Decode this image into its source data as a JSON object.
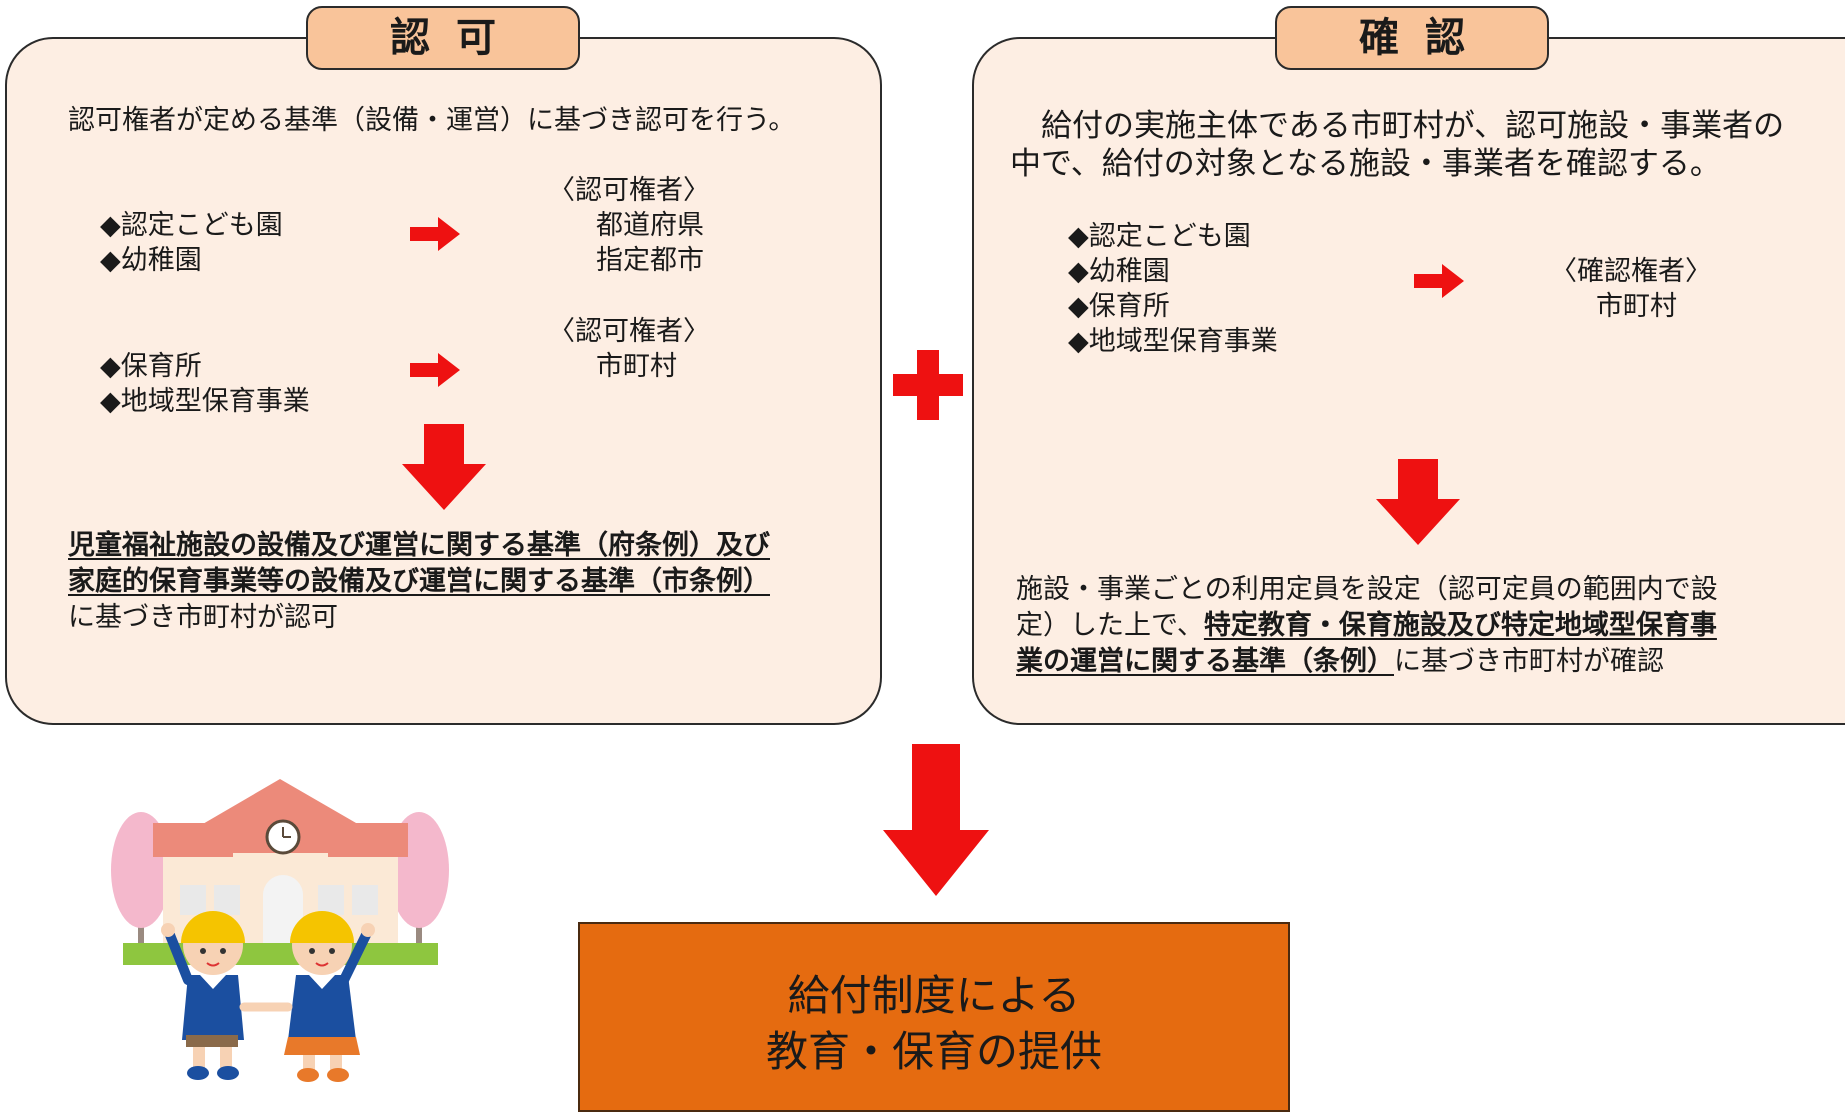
{
  "ninka": {
    "tab": "認可",
    "intro": "認可権者が定める基準（設備・運営）に基づき認可を行う。",
    "group1": {
      "items": [
        "◆認定こども園",
        "◆幼稚園"
      ],
      "authority_heading": "〈認可権者〉",
      "authorities": [
        "都道府県",
        "指定都市"
      ]
    },
    "group2": {
      "items": [
        "◆保育所",
        "◆地域型保育事業"
      ],
      "authority_heading": "〈認可権者〉",
      "authorities": [
        "市町村"
      ]
    },
    "basis_line1": "児童福祉施設の設備及び運営に関する基準（府条例）及び",
    "basis_line2": "家庭的保育事業等の設備及び運営に関する基準（市条例）",
    "basis_line3": "に基づき市町村が認可"
  },
  "kakunin": {
    "tab": "確認",
    "intro_line1": "　給付の実施主体である市町村が、認可施設・事業者の",
    "intro_line2": "中で、給付の対象となる施設・事業者を確認する。",
    "items": [
      "◆認定こども園",
      "◆幼稚園",
      "◆保育所",
      "◆地域型保育事業"
    ],
    "authority_heading": "〈確認権者〉",
    "authority": "市町村",
    "basis_line1": "施設・事業ごとの利用定員を設定（認可定員の範囲内で設",
    "basis_line2_plain": "定）した上で、",
    "basis_line2_bold": "特定教育・保育施設及び特定地域型保育事",
    "basis_line3_bold": "業の運営に関する基準（条例）",
    "basis_line3_plain": "に基づき市町村が確認"
  },
  "result": {
    "line1": "給付制度による",
    "line2": "教育・保育の提供"
  },
  "colors": {
    "panel_fill": "#fdeee3",
    "tab_fill": "#f9c49a",
    "arrow_red": "#ee1111",
    "result_fill": "#e56b10"
  }
}
